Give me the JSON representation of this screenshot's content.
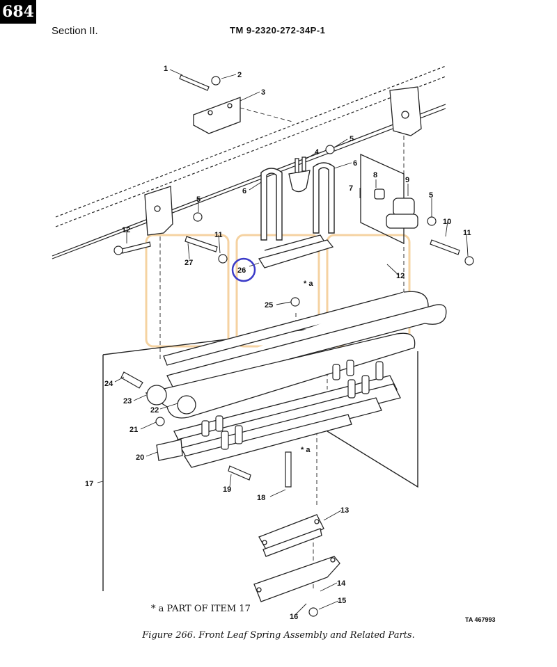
{
  "page_number": "684",
  "header": {
    "section": "Section II.",
    "tm": "TM  9-2320-272-34P-1"
  },
  "callouts": [
    "1",
    "2",
    "3",
    "4",
    "5",
    "5",
    "5",
    "6",
    "6",
    "7",
    "8",
    "9",
    "10",
    "11",
    "11",
    "12",
    "12",
    "13",
    "14",
    "15",
    "16",
    "17",
    "18",
    "19",
    "20",
    "21",
    "22",
    "23",
    "24",
    "25",
    "26",
    "27"
  ],
  "markers": {
    "a1": "* a",
    "a2": "* a"
  },
  "highlight": {
    "item": "26",
    "color": "#3b3bc8"
  },
  "watermark_color": "#f3c88a",
  "footnote": "* a   PART OF ITEM 17",
  "ta_number": "TA 467993",
  "caption": "Figure 266. Front Leaf Spring Assembly and Related Parts."
}
